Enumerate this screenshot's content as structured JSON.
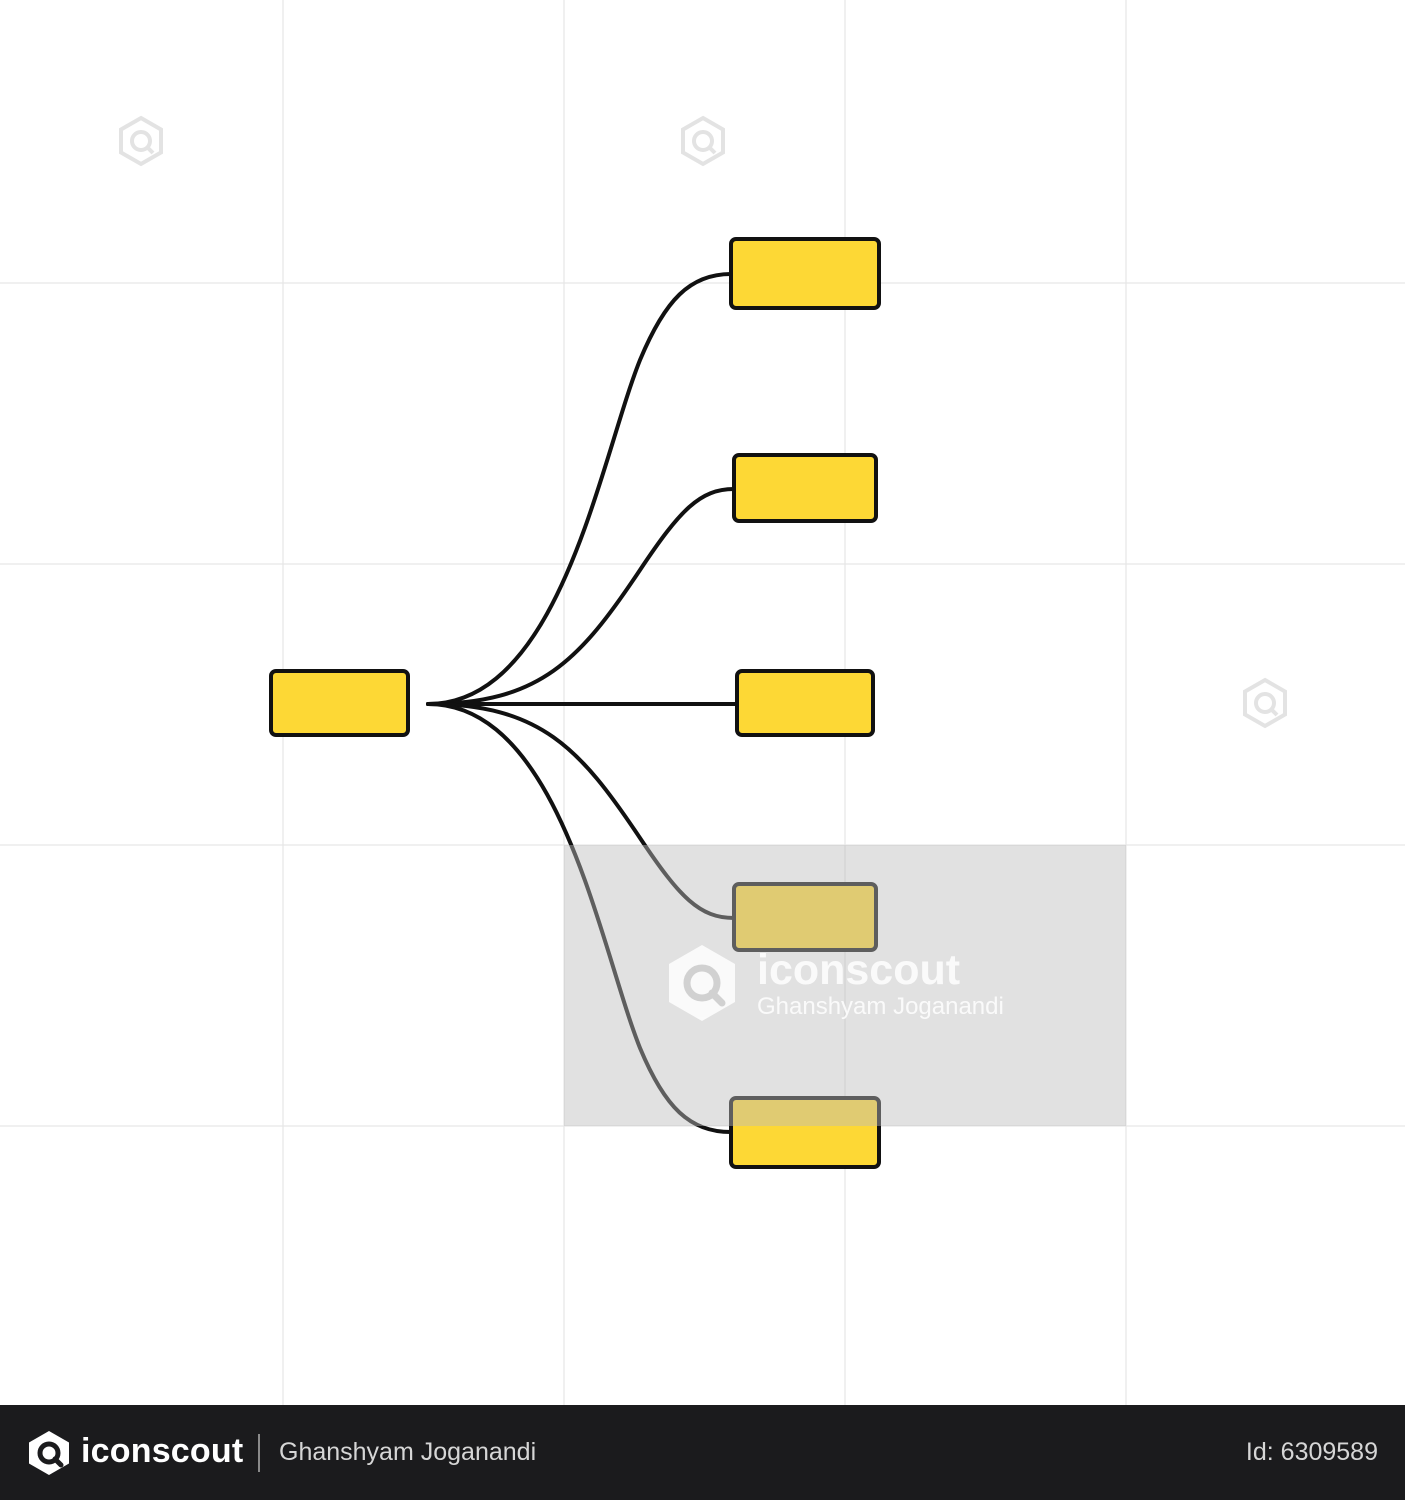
{
  "diagram": {
    "root_node": {
      "id": "root",
      "fill": "#fdd835"
    },
    "child_nodes": [
      {
        "id": "child-1",
        "fill": "#fdd835"
      },
      {
        "id": "child-2",
        "fill": "#fdd835"
      },
      {
        "id": "child-3",
        "fill": "#fdd835"
      },
      {
        "id": "child-4",
        "fill": "#fdd835"
      },
      {
        "id": "child-5",
        "fill": "#fdd835"
      }
    ],
    "connectors": [
      "root-child-1",
      "root-child-2",
      "root-child-3",
      "root-child-4",
      "root-child-5"
    ],
    "stroke_color": "#111111",
    "grid_color": "#e6e6e6"
  },
  "watermark": {
    "brand": "iconscout",
    "author": "Ghanshyam Joganandi",
    "icon": "iconscout-logo-icon"
  },
  "footer": {
    "brand": "iconscout",
    "author": "Ghanshyam Joganandi",
    "id_text": "Id: 6309589",
    "background": "#1b1b1d"
  }
}
